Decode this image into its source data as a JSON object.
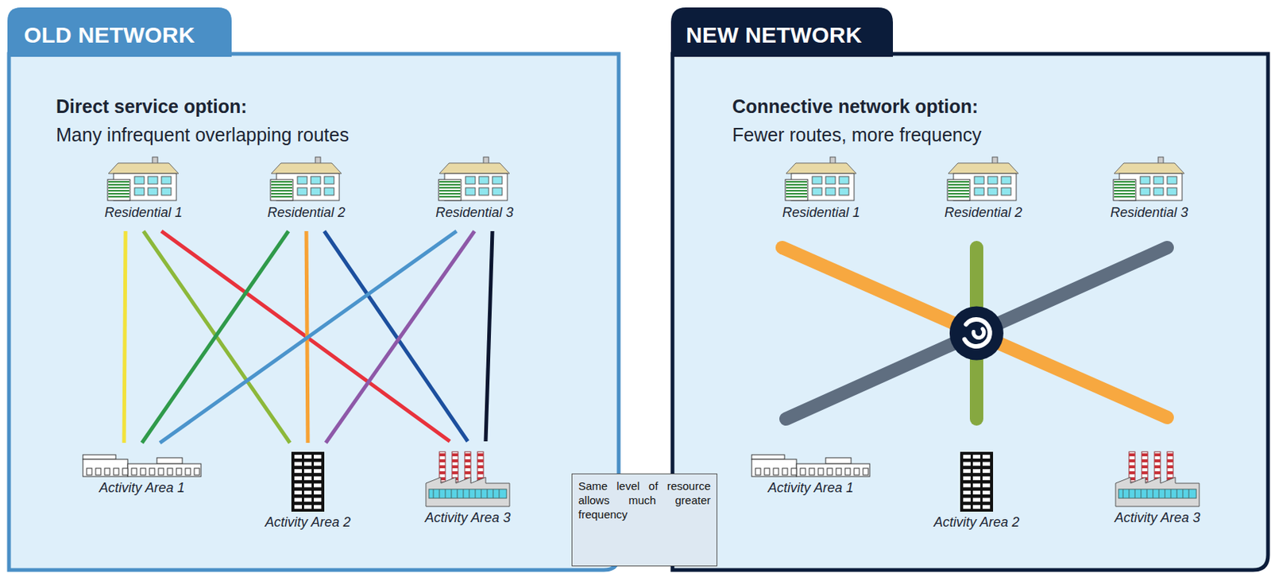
{
  "diagram": {
    "nodes": [
      {
        "text": [
          "OLD NETWORK",
          "Direct service option:",
          "Many infrequent overlapping routes"
        ]
      },
      {
        "text": [
          "Residential 1"
        ],
        "in": 0
      },
      {
        "text": [
          "Residential 2"
        ],
        "in": 0
      },
      {
        "text": [
          "Residential 3"
        ],
        "in": 0
      },
      {
        "text": [
          "Activity Area 1"
        ],
        "in": 0
      },
      {
        "text": [
          "Activity Area 2"
        ],
        "in": 0
      },
      {
        "text": [
          "Activity Area 3"
        ],
        "in": 0
      },
      {
        "text": [
          "NEW NETWORK",
          "Connective network option:",
          "Fewer routes, more frequency"
        ]
      },
      {
        "text": [
          "Residential 1"
        ],
        "in": 7
      },
      {
        "text": [
          "Residential 2"
        ],
        "in": 7
      },
      {
        "text": [
          "Residential 3"
        ],
        "in": 7
      },
      {
        "text": [
          "Activity Area 1"
        ],
        "in": 7
      },
      {
        "text": [
          "Activity Area 2"
        ],
        "in": 7
      },
      {
        "text": [
          "Activity Area 3"
        ],
        "in": 7
      },
      {
        "text": [
          "Same level of resource allows much greater frequency"
        ]
      }
    ],
    "edges": [
      {
        "from": 1,
        "to": 4,
        "arrow": "none"
      },
      {
        "from": 1,
        "to": 5,
        "arrow": "none"
      },
      {
        "from": 1,
        "to": 6,
        "arrow": "none"
      },
      {
        "from": 2,
        "to": 4,
        "arrow": "none"
      },
      {
        "from": 2,
        "to": 5,
        "arrow": "none"
      },
      {
        "from": 2,
        "to": 6,
        "arrow": "none"
      },
      {
        "from": 3,
        "to": 4,
        "arrow": "none"
      },
      {
        "from": 3,
        "to": 5,
        "arrow": "none"
      },
      {
        "from": 3,
        "to": 6,
        "arrow": "none"
      },
      {
        "from": 8,
        "to": 13,
        "arrow": "none"
      },
      {
        "from": 9,
        "to": 12,
        "arrow": "none"
      },
      {
        "from": 10,
        "to": 11,
        "arrow": "none"
      }
    ]
  }
}
